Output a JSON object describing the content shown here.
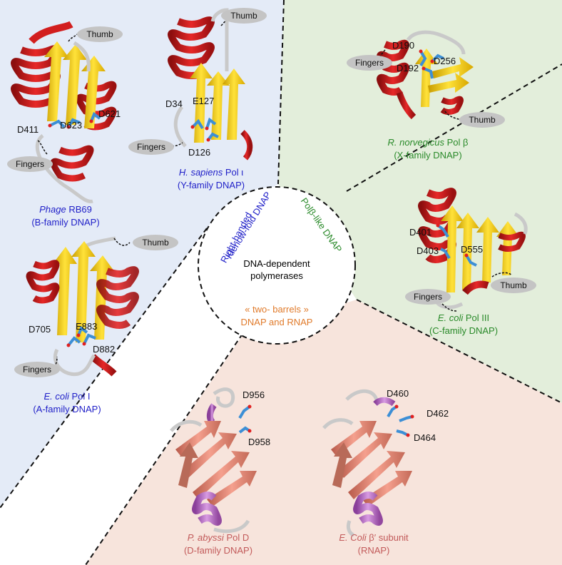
{
  "center": {
    "line1": "DNA-dependent",
    "line2": "polymerases"
  },
  "arcs": {
    "right_handed_1": "Right-handed",
    "right_handed_2": "Klenow-fold DNAP",
    "polb": "Polβ-like DNAP",
    "two_barrels_1": "« two- barrels »",
    "two_barrels_2": "DNAP and RNAP"
  },
  "colors": {
    "blue_region": "#e4ebf7",
    "green_region": "#e3eedb",
    "pink_region": "#f7e4dc",
    "blue_text": "#1f1fc8",
    "green_text": "#2a8a2a",
    "orange_text": "#e07a2a",
    "pink_text": "#c25a5a",
    "helix_red": "#d21e1e",
    "sheet_yellow": "#f7d318",
    "sheet_salmon": "#ec8a78",
    "helix_purple": "#c57fd0",
    "stick_blue": "#3c8fd6",
    "pill_gray": "#c4c4c4"
  },
  "structures": [
    {
      "id": "rb69",
      "name_italic": "Phage",
      "name_rest": " RB69",
      "family": "(B-family DNAP)",
      "residues": [
        "D411",
        "D623",
        "D621"
      ],
      "tags": [
        "Thumb",
        "Fingers"
      ]
    },
    {
      "id": "pol_iota",
      "name_italic": "H. sapiens",
      "name_rest": " Pol ι",
      "family": "(Y-family DNAP)",
      "residues": [
        "D34",
        "E127",
        "D126"
      ],
      "tags": [
        "Thumb",
        "Fingers"
      ]
    },
    {
      "id": "pol_i",
      "name_italic": "E. coli",
      "name_rest": " Pol I",
      "family": "(A-family DNAP)",
      "residues": [
        "E883",
        "D705",
        "D882"
      ],
      "tags": [
        "Thumb",
        "Fingers"
      ]
    },
    {
      "id": "pol_beta",
      "name_italic": "R. norvegicus",
      "name_rest": " Pol β",
      "family": "(X-family DNAP)",
      "residues": [
        "D190",
        "D192",
        "D256"
      ],
      "tags": [
        "Fingers",
        "Thumb"
      ]
    },
    {
      "id": "pol_iii",
      "name_italic": "E. coli",
      "name_rest": " Pol III",
      "family": "(C-family DNAP)",
      "residues": [
        "D401",
        "D403",
        "D555"
      ],
      "tags": [
        "Fingers",
        "Thumb"
      ]
    },
    {
      "id": "pol_d",
      "name_italic": "P. abyssi",
      "name_rest": " Pol D",
      "family": "(D-family DNAP)",
      "residues": [
        "D956",
        "D958"
      ],
      "tags": []
    },
    {
      "id": "rnap",
      "name_italic": "E. Coli",
      "name_rest": " β′ subunit",
      "family": "(RNAP)",
      "residues": [
        "D460",
        "D462",
        "D464"
      ],
      "tags": []
    }
  ]
}
